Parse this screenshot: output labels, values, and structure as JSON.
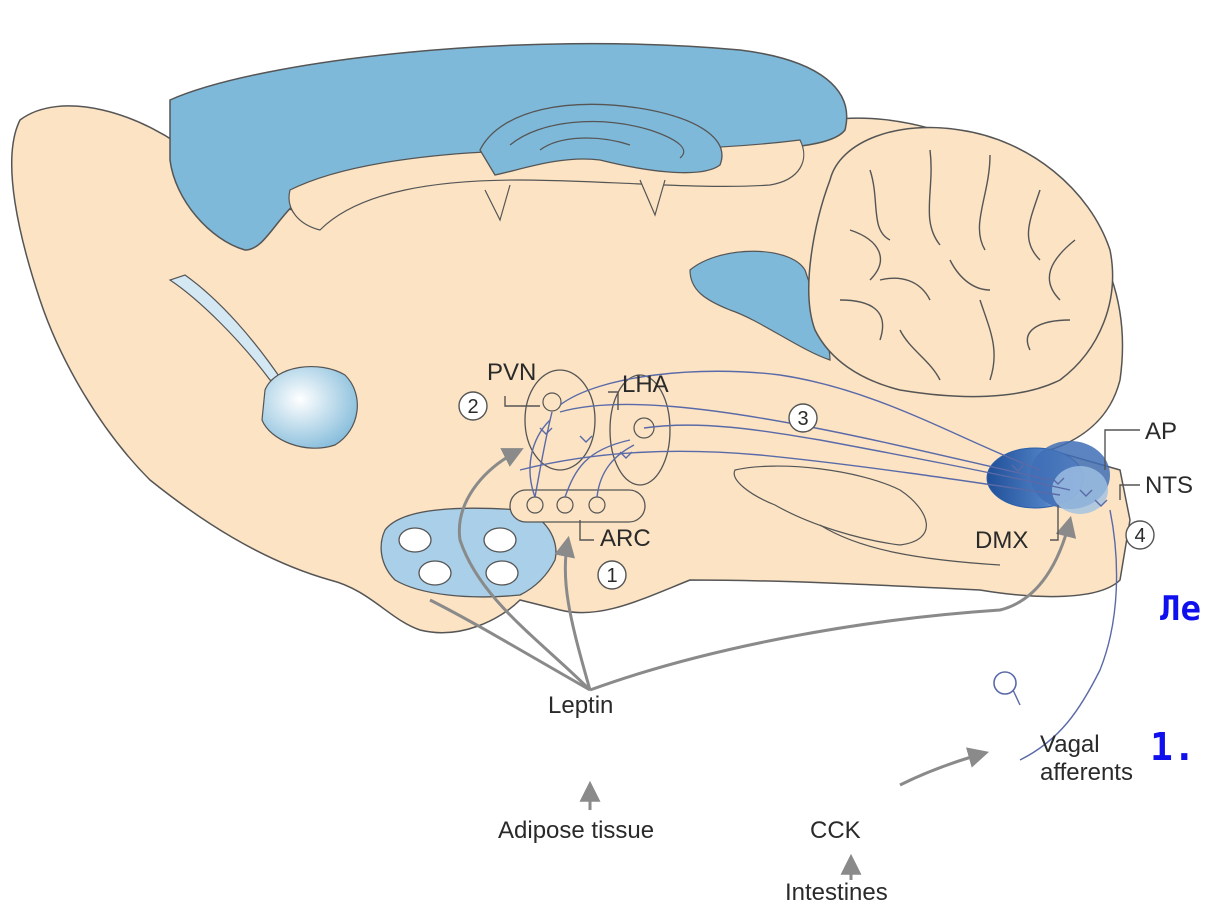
{
  "labels": {
    "pvn": "PVN",
    "lha": "LHA",
    "arc": "ARC",
    "ap": "AP",
    "nts": "NTS",
    "dmx": "DMX",
    "leptin": "Leptin",
    "adipose": "Adipose tissue",
    "cck": "CCK",
    "intestines": "Intestines",
    "vagal_line1": "Vagal",
    "vagal_line2": "afferents"
  },
  "markers": [
    "1",
    "2",
    "3",
    "4"
  ],
  "slide_text": {
    "heading_fragment": "Ле",
    "list_fragment": "1."
  },
  "colors": {
    "tissue": "#fbe3c4",
    "tissue_stroke": "#555555",
    "ventricle": "#7fb9d9",
    "ventricle_light": "#d4e8f4",
    "nucleus_dark": "#2b5fa8",
    "pathway": "#5a6aa8",
    "arrow": "#8a8a8a",
    "slide_text": "#1010ee"
  }
}
